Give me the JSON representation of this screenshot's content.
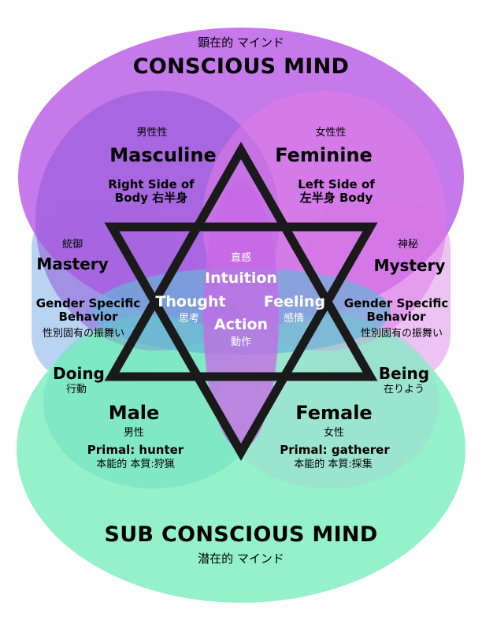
{
  "conscious": {
    "jp": "顕在的 マインド",
    "en": "CONSCIOUS MIND"
  },
  "subconscious": {
    "en": "SUB CONSCIOUS MIND",
    "jp": "潜在的 マインド"
  },
  "masculine": {
    "jp": "男性性",
    "en": "Masculine",
    "line1": "Right Side of",
    "line2": "Body  右半身"
  },
  "feminine": {
    "jp": "女性性",
    "en": "Feminine",
    "line1": "Left Side of",
    "line2": "左半身  Body"
  },
  "mastery": {
    "jp": "統御",
    "en": "Mastery"
  },
  "mystery": {
    "jp": "神秘",
    "en": "Mystery"
  },
  "gender_left": {
    "line1": "Gender Specific",
    "line2": "Behavior",
    "jp": "性別固有の振舞い"
  },
  "gender_right": {
    "line1": "Gender Specific",
    "line2": "Behavior",
    "jp": "性別固有の振舞い"
  },
  "doing": {
    "en": "Doing",
    "jp": "行動"
  },
  "being": {
    "en": "Being",
    "jp": "在りよう"
  },
  "male": {
    "en": "Male",
    "jp": "男性",
    "line1": "Primal: hunter",
    "line2": "本能的 本質:狩猟"
  },
  "female": {
    "en": "Female",
    "jp": "女性",
    "line1": "Primal: gatherer",
    "line2": "本能的 本質:採集"
  },
  "center": {
    "intuition_jp": "直感",
    "intuition": "Intuition",
    "thought": "Thought",
    "thought_jp": "思考",
    "feeling": "Feeling",
    "feeling_jp": "感情",
    "action": "Action",
    "action_jp": "動作"
  },
  "colors": {
    "conscious": "#b45ce6",
    "subconscious": "#7ee8b8",
    "masculine": "#8a52d8",
    "feminine": "#d872e8",
    "left_band": "#a9c8f0",
    "right_band": "#e6b3f0",
    "center_band": "#6fb8d8",
    "star": "#1a1a1a"
  }
}
